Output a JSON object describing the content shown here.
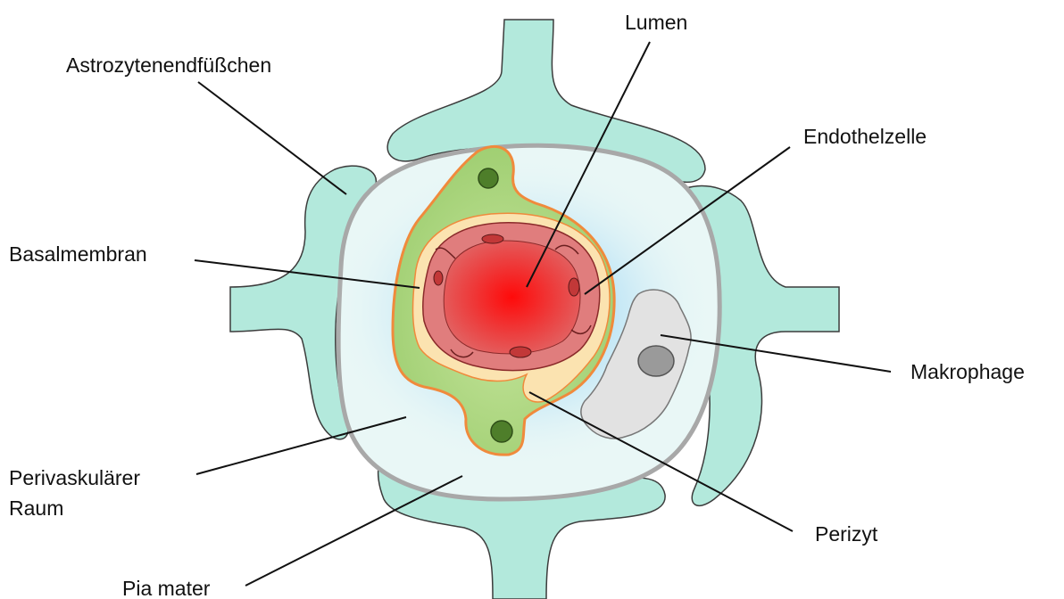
{
  "labels": {
    "lumen": "Lumen",
    "astrocyte_endfeet": "Astrozytenendfüßchen",
    "endothelial_cell": "Endothelzelle",
    "basement_membrane": "Basalmembran",
    "macrophage": "Makrophage",
    "perivascular_space_line1": "Perivaskulärer",
    "perivascular_space_line2": "Raum",
    "pericyte": "Perizyt",
    "pia_mater": "Pia mater"
  },
  "colors": {
    "astrocyte": "#b3e9dc",
    "astrocyte_outline": "#3c3c3c",
    "pia": "#a8a8a8",
    "perivascular_space": "#e9f7f6",
    "perivascular_glow": "#8fd3f2",
    "pericyte": "#a8d47a",
    "pericyte_outline": "#f08a3c",
    "pericyte_nucleus": "#4e7e2a",
    "basement_membrane": "#fbe3b0",
    "endothelium": "#e07d7d",
    "endothelium_nucleus": "#c23838",
    "lumen_core": "#ff0000",
    "lumen_edge": "#e06767",
    "macrophage": "#e2e2e2",
    "macrophage_nucleus": "#9a9a9a"
  }
}
